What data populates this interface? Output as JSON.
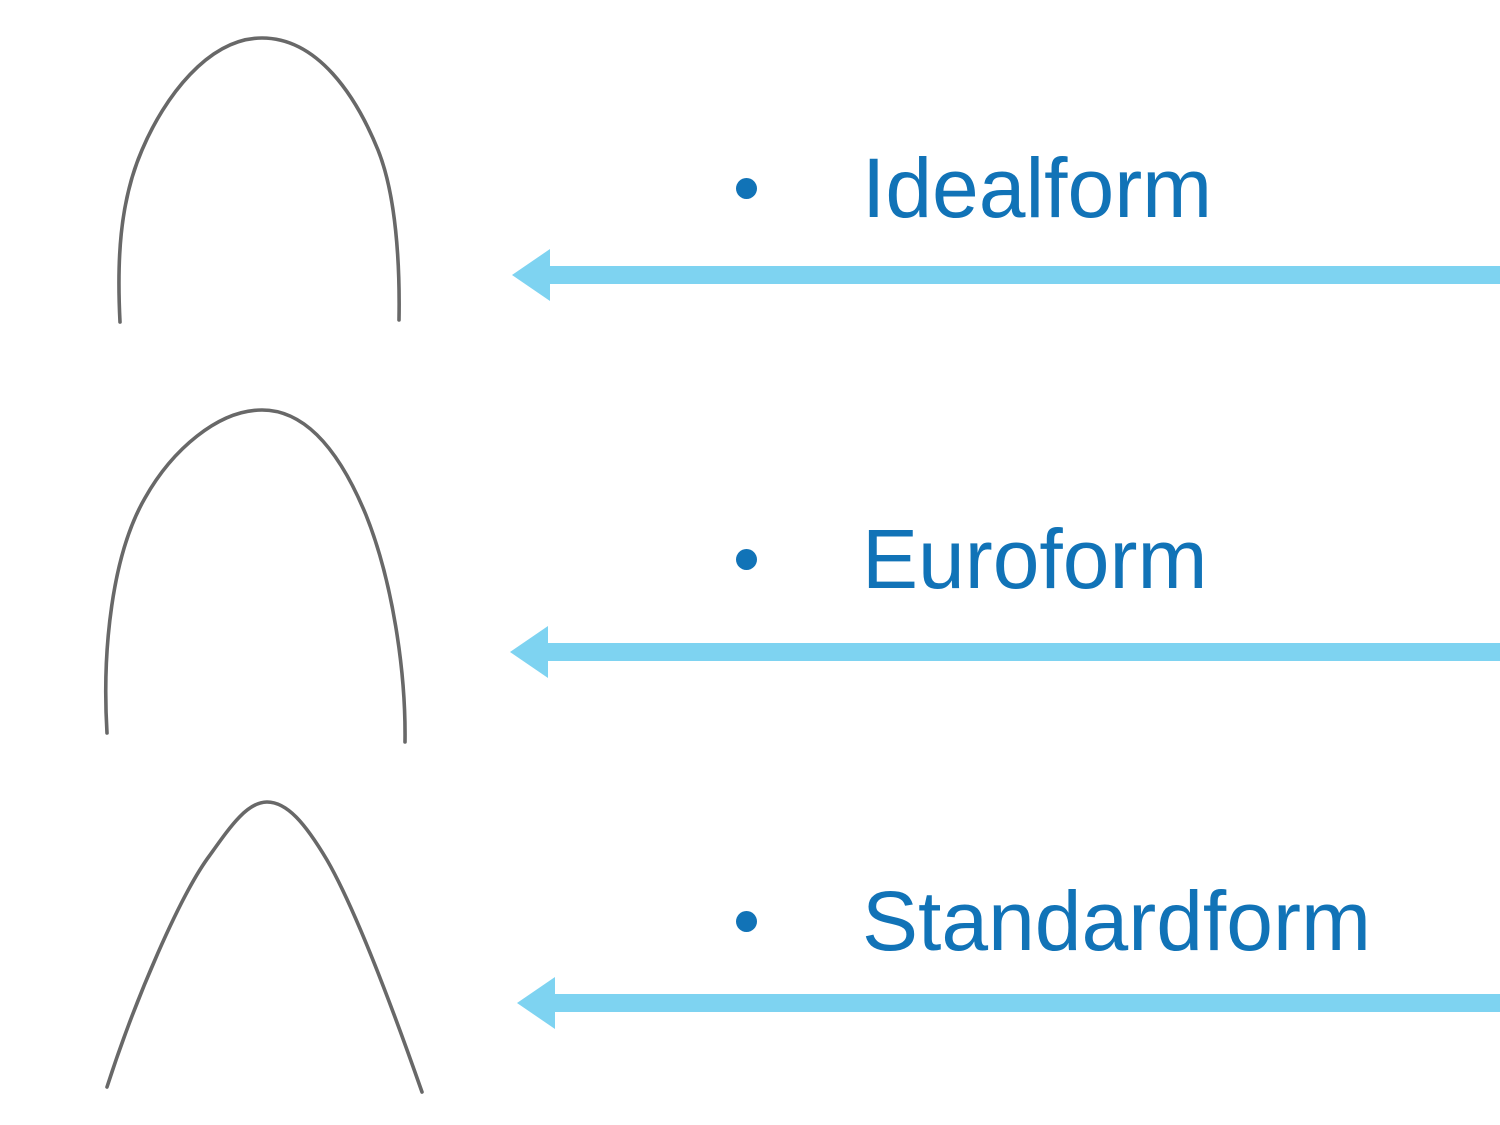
{
  "slide": {
    "items": [
      {
        "label": "Idealform",
        "wire_icon": "idealform-archwire"
      },
      {
        "label": "Euroform",
        "wire_icon": "euroform-archwire"
      },
      {
        "label": "Standardform",
        "wire_icon": "standardform-archwire"
      }
    ],
    "colors": {
      "label_blue": "#1173b7",
      "arrow_blue": "#7ed3f1",
      "wire_gray": "#686868",
      "background": "#ffffff"
    }
  }
}
